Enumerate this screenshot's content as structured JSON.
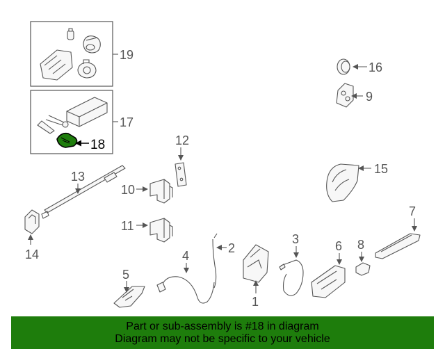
{
  "diagram": {
    "callouts": {
      "c1": "1",
      "c2": "2",
      "c3": "3",
      "c4": "4",
      "c5": "5",
      "c6": "6",
      "c7": "7",
      "c8": "8",
      "c9": "9",
      "c10": "10",
      "c11": "11",
      "c12": "12",
      "c13": "13",
      "c14": "14",
      "c15": "15",
      "c16": "16",
      "c17": "17",
      "c18": "18",
      "c19": "19"
    },
    "highlighted_part": "18",
    "highlight_color": "#1e7d0c"
  },
  "banner": {
    "line1": "Part or sub-assembly is #18 in diagram",
    "line2": "Diagram may not be specific to your vehicle",
    "background": "#1e7d0c"
  }
}
